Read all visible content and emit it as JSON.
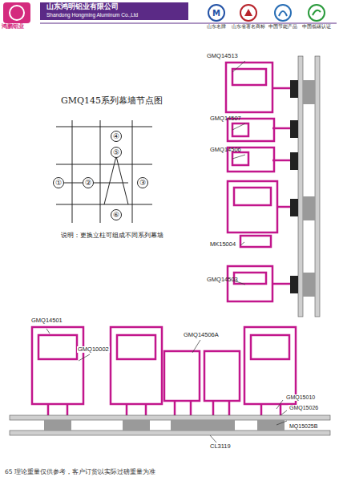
{
  "diagram": {
    "title": "GMQ145系列幕墙节点图",
    "nodes": [
      {
        "text": [
          "④"
        ]
      },
      {
        "text": [
          "⑤"
        ]
      },
      {
        "text": [
          "①"
        ]
      },
      {
        "text": [
          "②"
        ]
      },
      {
        "text": [
          "③"
        ]
      },
      {
        "text": [
          "⑥"
        ]
      }
    ],
    "labels": [
      "鸿鹏铝业",
      "山东鸿明铝业有限公司",
      "Shandong Hongming Aluminum Co.,Ltd",
      "山东名牌",
      "山东省著名商标",
      "中国节能产品",
      "中国低碳认证",
      "说明：更换立柱可组成不同系列幕墙",
      "GMQ14513",
      "GMQ14507",
      "GMQ14506",
      "MK15004",
      "GMQ14503",
      "GMQ14501",
      "GMQ10002",
      "GMQ14506A",
      "GMQ15010",
      "GMQ15026",
      "MQ15025B",
      "CL3119",
      "65 理论重量仅供参考，客户订货以实际过磅重量为准"
    ]
  }
}
